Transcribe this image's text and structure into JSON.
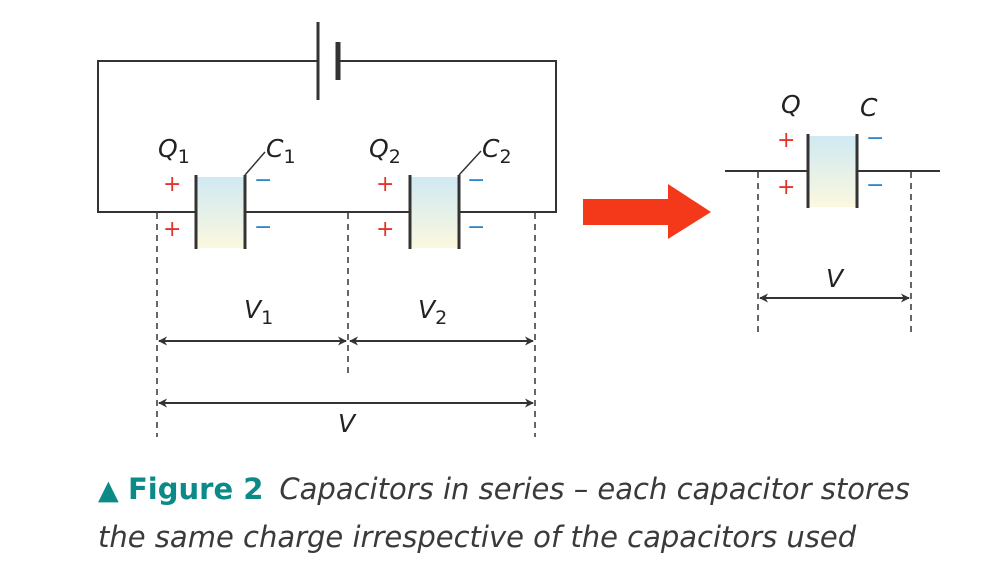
{
  "labels": {
    "q1": "Q1",
    "c1": "C1",
    "q2": "Q2",
    "c2": "C2",
    "v1": "V1",
    "v2": "V2",
    "v_total": "V",
    "q": "Q",
    "c": "C",
    "v_equiv": "V"
  },
  "signs": {
    "plus": "+",
    "minus": "−"
  },
  "caption": {
    "triangle": "▲",
    "figure_label": "Figure 2",
    "line1": "Capacitors in series – each capacitor stores",
    "line2": "the same charge irrespective of the capacitors used"
  },
  "colors": {
    "wire": "#333333",
    "plus_sign": "#e0362c",
    "minus_sign": "#2f86c8",
    "arrow": "#f4391b",
    "caption_accent": "#0b8a87"
  }
}
